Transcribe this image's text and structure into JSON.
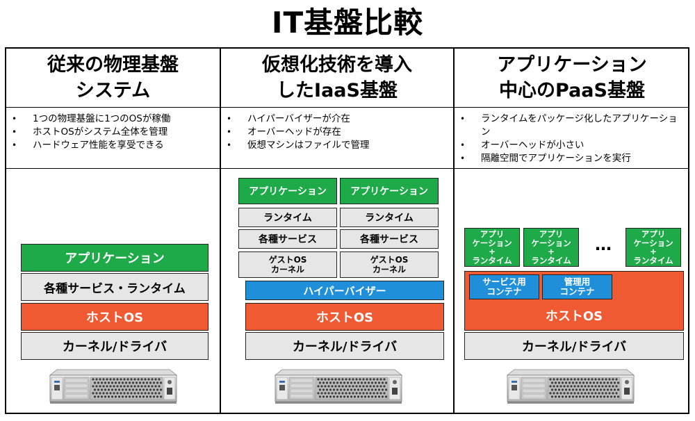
{
  "title": "IT基盤比較",
  "columns": [
    {
      "heading_line1": "従来の物理基盤",
      "heading_line2": "システム",
      "bullets": [
        "1つの物理基盤に1つのOSが稼働",
        "ホストOSがシステム全体を管理",
        "ハードウェア性能を享受できる"
      ],
      "stack": {
        "app": "アプリケーション",
        "services": "各種サービス・ランタイム",
        "host_os": "ホストOS",
        "kernel": "カーネル/ドライバ"
      }
    },
    {
      "heading_line1": "仮想化技術を導入",
      "heading_line2": "したIaaS基盤",
      "bullets": [
        "ハイパーバイザーが介在",
        "オーバーヘッドが存在",
        "仮想マシンはファイルで管理"
      ],
      "stack": {
        "app": "アプリケーション",
        "runtime": "ランタイム",
        "services": "各種サービス",
        "guest_os_line1": "ゲストOS",
        "guest_os_line2": "カーネル",
        "hypervisor": "ハイパーバイザー",
        "host_os": "ホストOS",
        "kernel": "カーネル/ドライバ"
      }
    },
    {
      "heading_line1": "アプリケーション",
      "heading_line2": "中心のPaaS基盤",
      "bullets": [
        "ランタイムをパッケージ化したアプリケーション",
        "オーバーヘッドが小さい",
        "隔離空間でアプリケーションを実行"
      ],
      "stack": {
        "app_line1": "アプリ",
        "app_line2": "ケーション",
        "app_plus": "+",
        "app_runtime": "ランタイム",
        "ellipsis": "…",
        "service_container_line1": "サービス用",
        "service_container_line2": "コンテナ",
        "mgmt_container_line1": "管理用",
        "mgmt_container_line2": "コンテナ",
        "host_os": "ホストOS",
        "kernel": "カーネル/ドライバ"
      }
    }
  ],
  "colors": {
    "green": "#1faa4a",
    "gray": "#e6e6e6",
    "red": "#ef5a32",
    "blue": "#1e8fd8"
  },
  "icons": [
    "server-icon"
  ]
}
